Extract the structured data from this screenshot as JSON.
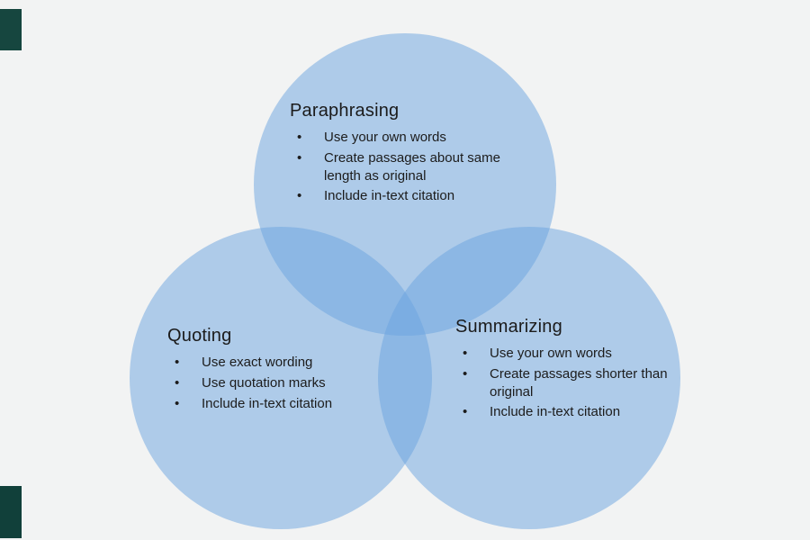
{
  "colors": {
    "page_background": "#f2f3f3",
    "circle_fill": "rgba(106,164,224,0.5)",
    "overlap_fill": "#8cb8e4",
    "text": "#1b1b1b",
    "edge_strip": "#16463f"
  },
  "diagram": {
    "type": "venn",
    "circles": [
      {
        "id": "paraphrasing",
        "title": "Paraphrasing",
        "bullets": [
          "Use your own words",
          "Create passages about same length as original",
          "Include in-text citation"
        ]
      },
      {
        "id": "quoting",
        "title": "Quoting",
        "bullets": [
          "Use exact wording",
          "Use quotation marks",
          "Include in-text citation"
        ]
      },
      {
        "id": "summarizing",
        "title": "Summarizing",
        "bullets": [
          "Use your own words",
          "Create passages shorter than original",
          "Include in-text citation"
        ]
      }
    ]
  }
}
